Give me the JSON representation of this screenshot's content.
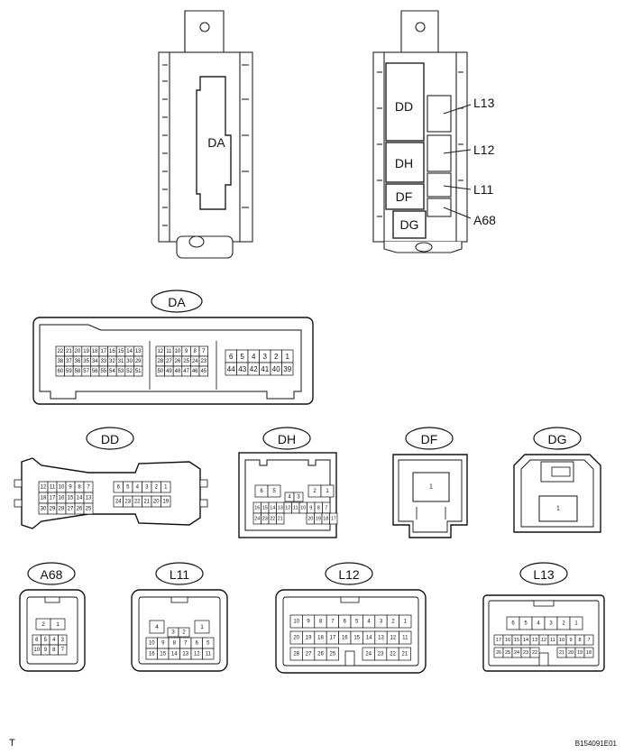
{
  "top_views": {
    "left_block": {
      "label": "DA"
    },
    "right_block": {
      "blocks": [
        "DD",
        "DH",
        "DF",
        "DG"
      ],
      "callouts": [
        "L13",
        "L12",
        "L11",
        "A68"
      ]
    }
  },
  "connectors": {
    "DA": {
      "label": "DA",
      "groupA": [
        [
          "22",
          "21",
          "20",
          "19",
          "18",
          "17",
          "16",
          "15",
          "14",
          "13"
        ],
        [
          "38",
          "37",
          "36",
          "35",
          "34",
          "33",
          "32",
          "31",
          "30",
          "29"
        ],
        [
          "60",
          "59",
          "58",
          "57",
          "56",
          "55",
          "54",
          "53",
          "52",
          "51"
        ]
      ],
      "groupB": [
        [
          "12",
          "11",
          "10",
          "9",
          "8",
          "7"
        ],
        [
          "28",
          "27",
          "26",
          "25",
          "24",
          "23"
        ],
        [
          "50",
          "49",
          "48",
          "47",
          "46",
          "45"
        ]
      ],
      "groupC": [
        [
          "6",
          "5",
          "4",
          "3",
          "2",
          "1"
        ],
        [
          "44",
          "43",
          "42",
          "41",
          "40",
          "39"
        ]
      ]
    },
    "DD": {
      "label": "DD",
      "left": [
        [
          "12",
          "11",
          "10",
          "9",
          "8",
          "7"
        ],
        [
          "18",
          "17",
          "16",
          "15",
          "14",
          "13"
        ],
        [
          "30",
          "29",
          "28",
          "27",
          "26",
          "25"
        ]
      ],
      "right_top": [
        "6",
        "5",
        "4",
        "3",
        "2",
        "1"
      ],
      "right_bottom": [
        "24",
        "23",
        "22",
        "21",
        "20",
        "19"
      ]
    },
    "DH": {
      "label": "DH",
      "top_left": [
        "6",
        "5"
      ],
      "top_mid": [
        "4",
        "3"
      ],
      "top_right": [
        "2",
        "1"
      ],
      "row2": [
        "16",
        "15",
        "14",
        "13",
        "12",
        "11",
        "10",
        "9",
        "8",
        "7"
      ],
      "row3": [
        "24",
        "23",
        "22",
        "21",
        "20",
        "19",
        "18",
        "17"
      ]
    },
    "DF": {
      "label": "DF",
      "pin": "1"
    },
    "DG": {
      "label": "DG",
      "pin": "1"
    },
    "A68": {
      "label": "A68",
      "row1": [
        "2",
        "1"
      ],
      "row2": [
        "6",
        "5",
        "4",
        "3"
      ],
      "row3": [
        "10",
        "9",
        "8",
        "7"
      ]
    },
    "L11": {
      "label": "L11",
      "pin_left": "4",
      "pin_right": "1",
      "row1": [
        "3",
        "2"
      ],
      "row2": [
        "10",
        "9",
        "8",
        "7",
        "6",
        "5"
      ],
      "row3": [
        "16",
        "15",
        "14",
        "13",
        "12",
        "11"
      ]
    },
    "L12": {
      "label": "L12",
      "row1": [
        "10",
        "9",
        "8",
        "7",
        "6",
        "5",
        "4",
        "3",
        "2",
        "1"
      ],
      "row2": [
        "20",
        "19",
        "18",
        "17",
        "16",
        "15",
        "14",
        "13",
        "12",
        "11"
      ],
      "row3_left": [
        "28",
        "27",
        "26",
        "25"
      ],
      "row3_right": [
        "24",
        "23",
        "22",
        "21"
      ]
    },
    "L13": {
      "label": "L13",
      "row1": [
        "6",
        "5",
        "4",
        "3",
        "2",
        "1"
      ],
      "row2": [
        "17",
        "16",
        "15",
        "14",
        "13",
        "12",
        "11",
        "10",
        "9",
        "8",
        "7"
      ],
      "row3_left": [
        "26",
        "25",
        "24",
        "23",
        "22"
      ],
      "row3_right": [
        "21",
        "20",
        "19",
        "18"
      ]
    }
  },
  "footer": {
    "left": "T",
    "right": "B154091E01"
  }
}
